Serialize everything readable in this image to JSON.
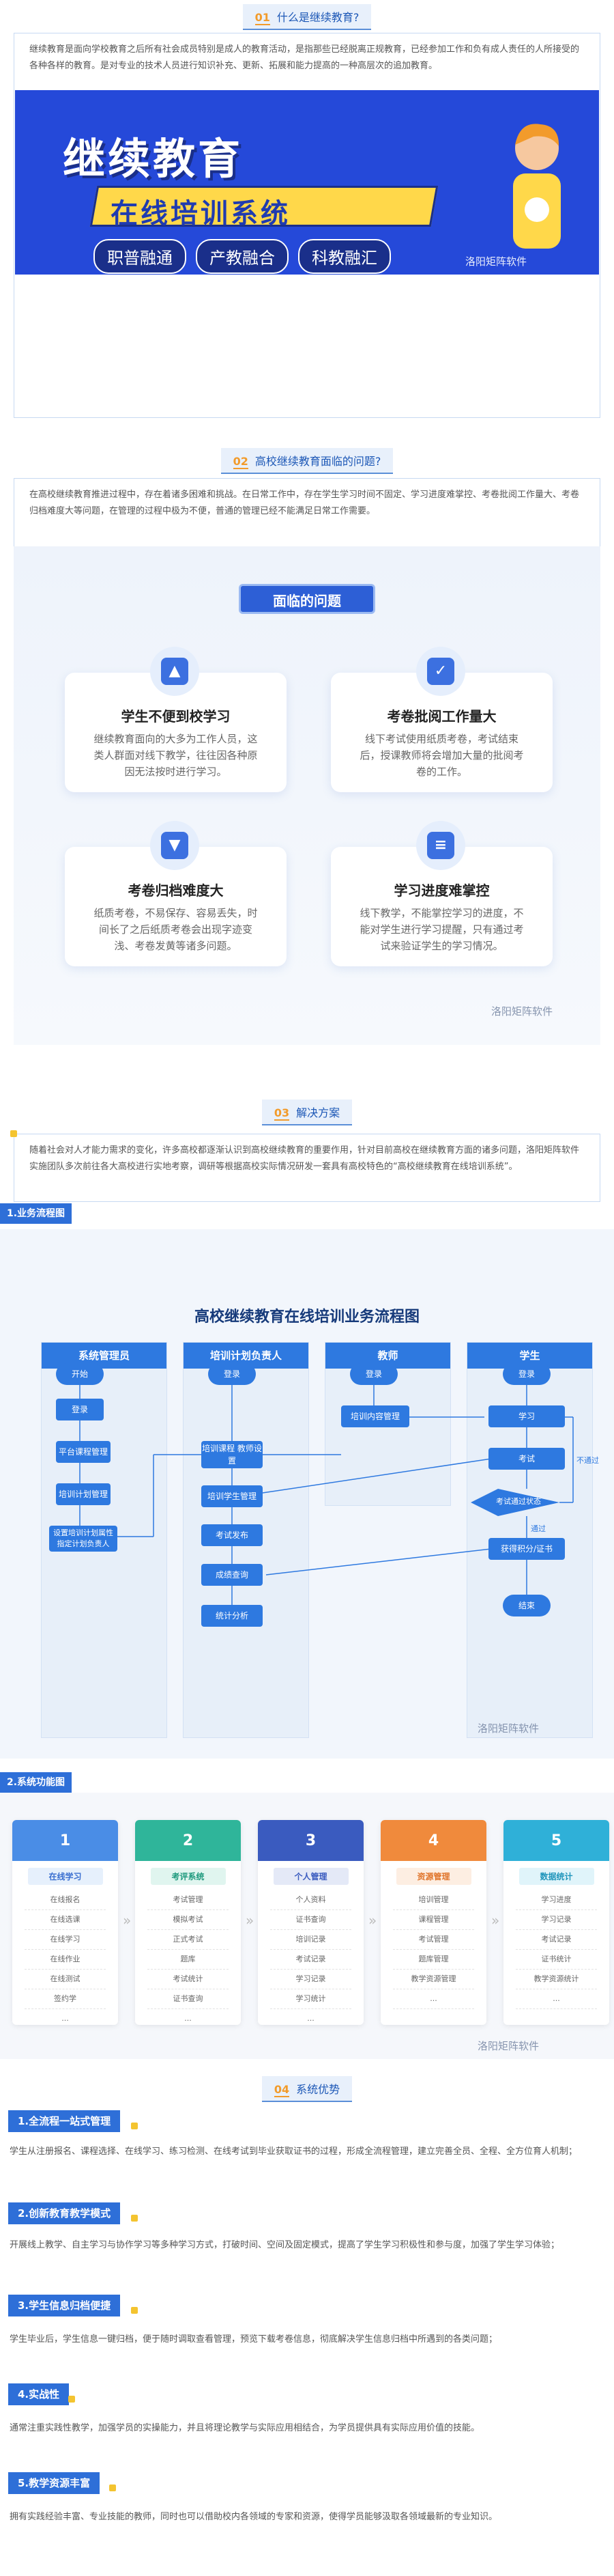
{
  "sections": [
    {
      "num": "01",
      "title": "什么是继续教育?"
    },
    {
      "num": "02",
      "title": "高校继续教育面临的问题?"
    },
    {
      "num": "03",
      "title": "解决方案"
    },
    {
      "num": "04",
      "title": "系统优势"
    }
  ],
  "intro_text": "继续教育是面向学校教育之后所有社会成员特别是成人的教育活动，是指那些已经脱离正规教育，已经参加工作和负有成人责任的人所接受的各种各样的教育。是对专业的技术人员进行知识补充、更新、拓展和能力提高的一种高层次的追加教育。",
  "banner": {
    "title": "继续教育",
    "subtitle": "在线培训系统",
    "tags": [
      "职普融通",
      "产教融合",
      "科教融汇"
    ],
    "watermark": "洛阳矩阵软件"
  },
  "problem_text": "在高校继续教育推进过程中，存在着诸多困难和挑战。在日常工作中，存在学生学习时间不固定、学习进度难掌控、考卷批阅工作量大、考卷归档难度大等问题，在管理的过程中极为不便，普通的管理已经不能满足日常工作需要。",
  "problems": {
    "header": "面临的问题",
    "cards": [
      {
        "title": "学生不便到校学习",
        "text": "继续教育面向的大多为工作人员，这类人群面对线下教学，往往因各种原因无法按时进行学习。",
        "icon": "school-icon"
      },
      {
        "title": "考卷批阅工作量大",
        "text": "线下考试使用纸质考卷，考试结束后，授课教师将会增加大量的批阅考卷的工作。",
        "icon": "check-doc-icon"
      },
      {
        "title": "考卷归档难度大",
        "text": "纸质考卷，不易保存、容易丢失，时间长了之后纸质考卷会出现字迹变浅、考卷发黄等诸多问题。",
        "icon": "archive-icon"
      },
      {
        "title": "学习进度难掌控",
        "text": "线下教学，不能掌控学习的进度，不能对学生进行学习提醒，只有通过考试来验证学生的学习情况。",
        "icon": "progress-icon"
      }
    ],
    "watermark": "洛阳矩阵软件"
  },
  "solution_text": "随着社会对人才能力需求的变化，许多高校都逐渐认识到高校继续教育的重要作用，针对目前高校在继续教育方面的诸多问题，洛阳矩阵软件实施团队多次前往各大高校进行实地考察，调研等根据高校实际情况研发一套具有高校特色的“高校继续教育在线培训系统”。",
  "flow": {
    "label": "1.业务流程图",
    "title": "高校继续教育在线培训业务流程图",
    "lanes": [
      "系统管理员",
      "培训计划负责人",
      "教师",
      "学生"
    ],
    "nodes": {
      "admin": [
        "开始",
        "登录",
        "平台课程管理",
        "培训计划管理",
        "设置培训计划属性 指定计划负责人"
      ],
      "planner": [
        "登录",
        "培训课程 教师设置",
        "培训学生管理",
        "考试发布",
        "成绩查询",
        "统计分析"
      ],
      "teacher": [
        "登录",
        "培训内容管理"
      ],
      "student": [
        "登录",
        "学习",
        "考试",
        "考试通过状态",
        "获得积分/证书",
        "结束"
      ]
    },
    "edge_labels": [
      "不通过",
      "通过"
    ],
    "watermark": "洛阳矩阵软件"
  },
  "functions": {
    "label": "2.系统功能图",
    "modules": [
      {
        "num": "1",
        "title": "在线学习",
        "items": [
          "在线报名",
          "在线选课",
          "在线学习",
          "在线作业",
          "在线测试",
          "签约学",
          "..."
        ],
        "color": "#4a8de6"
      },
      {
        "num": "2",
        "title": "考评系统",
        "items": [
          "考试管理",
          "模拟考试",
          "正式考试",
          "题库",
          "考试统计",
          "证书查询",
          "..."
        ],
        "color": "#2fb59a"
      },
      {
        "num": "3",
        "title": "个人管理",
        "items": [
          "个人资料",
          "证书查询",
          "培训记录",
          "考试记录",
          "学习记录",
          "学习统计",
          "..."
        ],
        "color": "#3a5bbf"
      },
      {
        "num": "4",
        "title": "资源管理",
        "items": [
          "培训管理",
          "课程管理",
          "考试管理",
          "题库管理",
          "教学资源管理",
          "..."
        ],
        "color": "#f08a3c"
      },
      {
        "num": "5",
        "title": "数据统计",
        "items": [
          "学习进度",
          "学习记录",
          "考试记录",
          "证书统计",
          "教学资源统计",
          "..."
        ],
        "color": "#2fb0d8"
      }
    ],
    "watermark": "洛阳矩阵软件"
  },
  "advantages": [
    {
      "title": "1.全流程一站式管理",
      "text": "学生从注册报名、课程选择、在线学习、练习检测、在线考试到毕业获取证书的过程，形成全流程管理，建立完善全员、全程、全方位育人机制；"
    },
    {
      "title": "2.创新教育教学模式",
      "text": "开展线上教学、自主学习与协作学习等多种学习方式，打破时间、空间及固定模式，提高了学生学习积极性和参与度，加强了学生学习体验；"
    },
    {
      "title": "3.学生信息归档便捷",
      "text": "学生毕业后，学生信息一键归档，便于随时调取查看管理，预览下载考卷信息，彻底解决学生信息归档中所遇到的各类问题；"
    },
    {
      "title": "4.实战性",
      "text": "通常注重实践性教学，加强学员的实操能力，并且将理论教学与实际应用相结合，为学员提供具有实际应用价值的技能。"
    },
    {
      "title": "5.教学资源丰富",
      "text": "拥有实践经验丰富、专业技能的教师，同时也可以借助校内各领域的专家和资源，使得学员能够汲取各领域最新的专业知识。"
    }
  ]
}
